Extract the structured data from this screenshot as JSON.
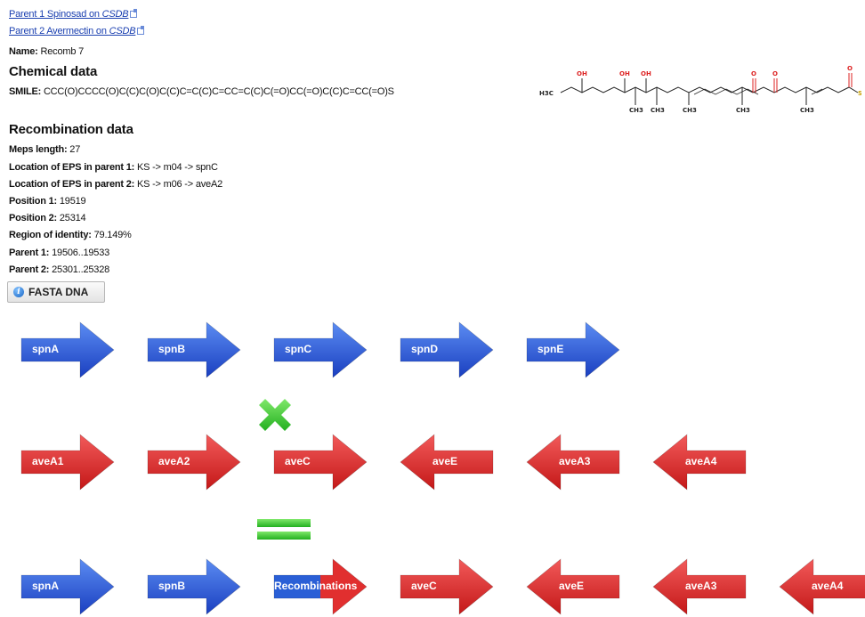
{
  "links": {
    "parent1_text": "Parent 1 Spinosad on ",
    "parent1_db": "CSDB",
    "parent2_text": "Parent 2 Avermectin on ",
    "parent2_db": "CSDB"
  },
  "name": {
    "label": "Name:",
    "value": "Recomb 7"
  },
  "chemical": {
    "title": "Chemical data",
    "smile_label": "SMILE:",
    "smile_value": "CCC(O)CCCC(O)C(C)C(O)C(C)C=C(C)C=CC=C(C)C(=O)CC(=O)C(C)C=CC(=O)S"
  },
  "molecule_labels": {
    "methyl_left": "H3C",
    "oh": "OH",
    "o": "O",
    "ch3": "CH3",
    "s": "S"
  },
  "recombination": {
    "title": "Recombination data",
    "fields": [
      {
        "label": "Meps length:",
        "value": "27"
      },
      {
        "label": "Location of EPS in parent 1:",
        "value": "KS -> m04 -> spnC"
      },
      {
        "label": "Location of EPS in parent 2:",
        "value": "KS -> m06 -> aveA2"
      },
      {
        "label": "Position 1:",
        "value": "19519"
      },
      {
        "label": "Position 2:",
        "value": "25314"
      },
      {
        "label": "Region of identity:",
        "value": "79.149%"
      },
      {
        "label": "Parent 1:",
        "value": "19506..19533"
      },
      {
        "label": "Parent 2:",
        "value": "25301..25328"
      }
    ],
    "fasta_button": "FASTA DNA"
  },
  "colors": {
    "blue": "#2a5fd6",
    "red": "#e12f2f",
    "green": "#3fcf3a",
    "link": "#1a3fb0"
  },
  "icons": {
    "cross": "cross-icon",
    "equals": "equals-icon",
    "info": "info-icon",
    "external": "external-link-icon"
  },
  "rows": {
    "parent1": [
      {
        "name": "spnA",
        "color": "blue",
        "dir": "right"
      },
      {
        "name": "spnB",
        "color": "blue",
        "dir": "right"
      },
      {
        "name": "spnC",
        "color": "blue",
        "dir": "right"
      },
      {
        "name": "spnD",
        "color": "blue",
        "dir": "right"
      },
      {
        "name": "spnE",
        "color": "blue",
        "dir": "right"
      }
    ],
    "parent2": [
      {
        "name": "aveA1",
        "color": "red",
        "dir": "right"
      },
      {
        "name": "aveA2",
        "color": "red",
        "dir": "right"
      },
      {
        "name": "aveC",
        "color": "red",
        "dir": "right"
      },
      {
        "name": "aveE",
        "color": "red",
        "dir": "left"
      },
      {
        "name": "aveA3",
        "color": "red",
        "dir": "left"
      },
      {
        "name": "aveA4",
        "color": "red",
        "dir": "left"
      }
    ],
    "result": [
      {
        "name": "spnA",
        "color": "blue",
        "dir": "right"
      },
      {
        "name": "spnB",
        "color": "blue",
        "dir": "right"
      },
      {
        "name": "Recombinations",
        "color": "mixed",
        "dir": "right"
      },
      {
        "name": "aveC",
        "color": "red",
        "dir": "right"
      },
      {
        "name": "aveE",
        "color": "red",
        "dir": "left"
      },
      {
        "name": "aveA3",
        "color": "red",
        "dir": "left"
      },
      {
        "name": "aveA4",
        "color": "red",
        "dir": "left"
      }
    ]
  }
}
